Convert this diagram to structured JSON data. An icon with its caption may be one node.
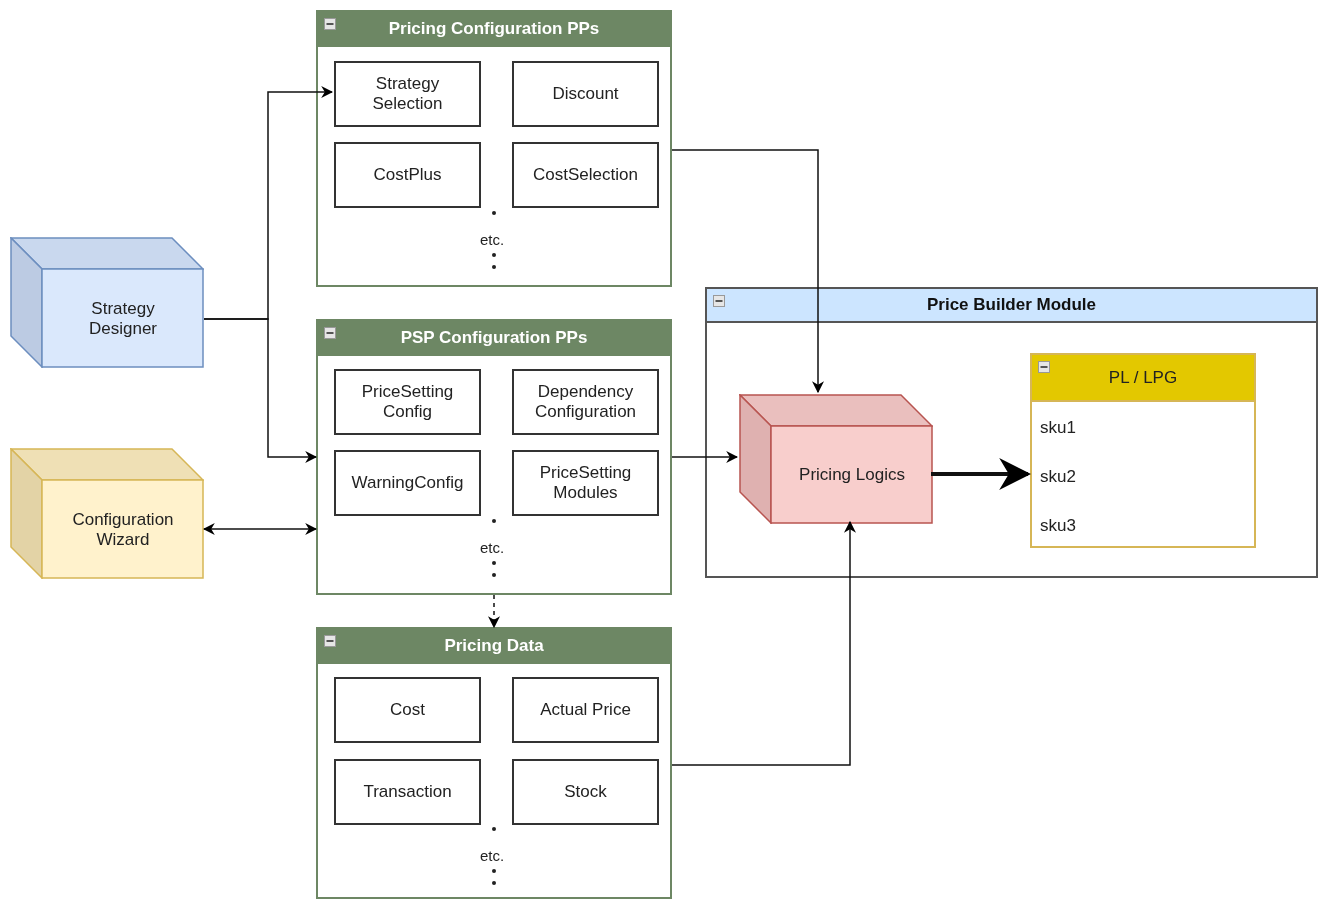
{
  "diagram": {
    "nodes": [
      {
        "text": [
          "Pricing Configuration PPs",
          "etc."
        ]
      },
      {
        "text": [
          "Strategy Selection"
        ],
        "in": 0
      },
      {
        "text": [
          "Discount"
        ],
        "in": 0
      },
      {
        "text": [
          "CostPlus"
        ],
        "in": 0
      },
      {
        "text": [
          "CostSelection"
        ],
        "in": 0
      },
      {
        "text": [
          "Strategy Designer"
        ]
      },
      {
        "text": [
          "PSP Configuration PPs",
          "etc."
        ]
      },
      {
        "text": [
          "PriceSetting Config"
        ],
        "in": 6
      },
      {
        "text": [
          "Dependency Configuration"
        ],
        "in": 6
      },
      {
        "text": [
          "WarningConfig"
        ],
        "in": 6
      },
      {
        "text": [
          "PriceSetting Modules"
        ],
        "in": 6
      },
      {
        "text": [
          "Configuration Wizard"
        ]
      },
      {
        "text": [
          "Price Builder Module"
        ]
      },
      {
        "text": [
          "Pricing Logics"
        ],
        "in": 12
      },
      {
        "text": [
          "PL / LPG",
          "sku1",
          "sku2",
          "sku3"
        ],
        "in": 12
      },
      {
        "text": [
          "Pricing Data",
          "etc."
        ]
      },
      {
        "text": [
          "Cost"
        ],
        "in": 15
      },
      {
        "text": [
          "Actual Price"
        ],
        "in": 15
      },
      {
        "text": [
          "Transaction"
        ],
        "in": 15
      },
      {
        "text": [
          "Stock"
        ],
        "in": 15
      }
    ],
    "edges": [
      {
        "from": 5,
        "to": 1,
        "arrow": "to"
      },
      {
        "from": 5,
        "to": 6,
        "arrow": "to"
      },
      {
        "from": 11,
        "to": 6,
        "arrow": "both"
      },
      {
        "from": 0,
        "to": 13,
        "arrow": "to"
      },
      {
        "from": 6,
        "to": 13,
        "arrow": "to"
      },
      {
        "from": 6,
        "to": 15,
        "arrow": "to",
        "style": "dashed"
      },
      {
        "from": 15,
        "to": 13,
        "arrow": "to"
      },
      {
        "from": 13,
        "to": 14,
        "arrow": "to",
        "style": "thick"
      }
    ]
  }
}
